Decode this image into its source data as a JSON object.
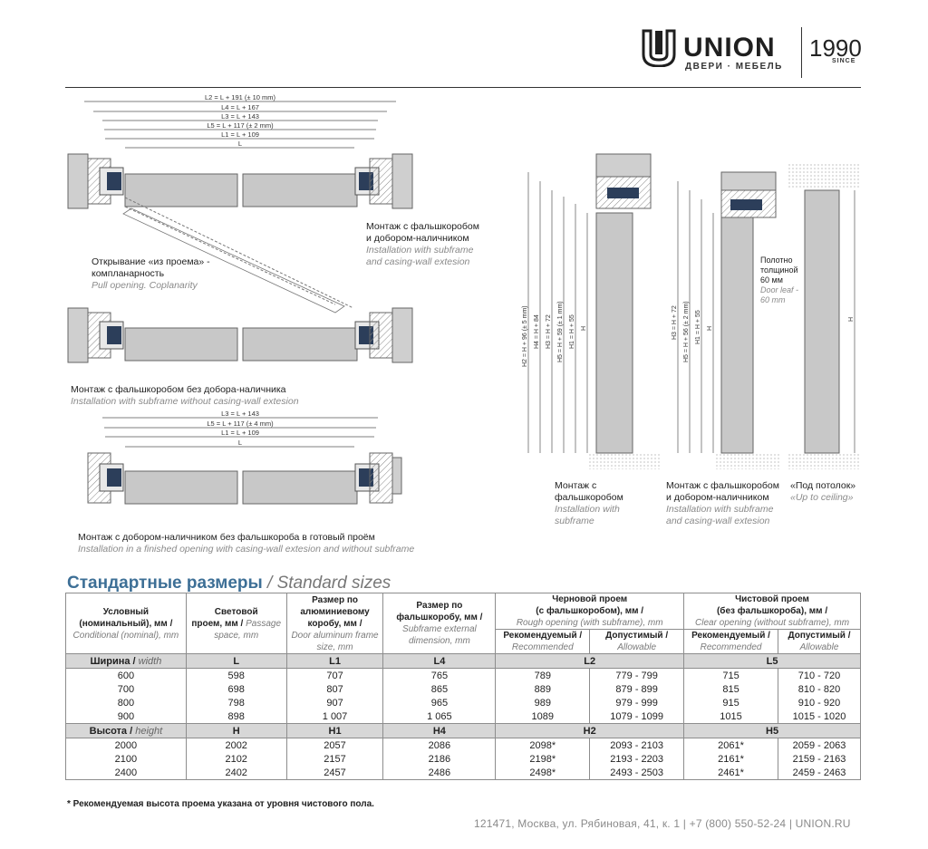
{
  "brand": {
    "name": "UNION",
    "tagline": "ДВЕРИ · МЕБЕЛЬ",
    "year": "1990",
    "since": "SINCE"
  },
  "diagrams": {
    "top_dims": [
      "L2 = L + 191 (± 10 mm)",
      "L4 = L + 167",
      "L3 = L + 143",
      "L5 = L + 117 (± 2 mm)",
      "L1 = L + 109",
      "L"
    ],
    "mid_dims": [
      "L3 = L + 143",
      "L5 = L + 117 (± 4 mm)",
      "L1 = L + 109",
      "L"
    ],
    "pull_opening": {
      "ru1": "Открывание «из проема» -",
      "ru2": "компланарность",
      "en": "Pull opening. Coplanarity"
    },
    "subframe_casing": {
      "ru1": "Монтаж с фальшкоробом",
      "ru2": "и добором-наличником",
      "en1": "Installation with subframe",
      "en2": "and casing-wall extesion"
    },
    "subframe_no_casing": {
      "ru": "Монтаж с фальшкоробом без добора-наличника",
      "en": "Installation with subframe without casing-wall extesion"
    },
    "casing_no_subframe": {
      "ru": "Монтаж с добором-наличником без фальшкороба в готовый проём",
      "en": "Installation in a finished opening with casing-wall extesion and without subframe"
    },
    "vertical_1_dims": [
      "H2 = H + 96 (± 5 mm)",
      "H4 = H + 84",
      "H3 = H + 72",
      "H5 = H + 59 (± 1 mm)",
      "H1 = H + 55",
      "H"
    ],
    "vertical_2_dims": [
      "H3 = H + 72",
      "H5 = H + 56 (± 2 mm)",
      "H1 = H + 55",
      "H"
    ],
    "vertical_3_dims": [
      "H"
    ],
    "leaf_note": {
      "ru1": "Полотно",
      "ru2": "толщиной",
      "ru3": "60 мм",
      "en1": "Door leaf -",
      "en2": "60 mm"
    },
    "v_cap1": {
      "ru1": "Монтаж с",
      "ru2": "фальшкоробом",
      "en1": "Installation with",
      "en2": "subframe"
    },
    "v_cap2": {
      "ru1": "Монтаж с фальшкоробом",
      "ru2": "и добором-наличником",
      "en1": "Installation with subframe",
      "en2": "and casing-wall extesion"
    },
    "v_cap3": {
      "ru": "«Под потолок»",
      "en": "«Up to ceiling»"
    }
  },
  "section": {
    "title_ru": "Стандартные размеры",
    "title_en": " / Standard sizes"
  },
  "table": {
    "h_nominal_ru1": "Условный",
    "h_nominal_ru2": "(номинальный), мм /",
    "h_nominal_en": "Conditional (nominal), mm",
    "h_light_ru1": "Световой",
    "h_light_ru2": "проем, мм /",
    "h_light_en1": "Passage",
    "h_light_en2": "space, mm",
    "h_frame_ru1": "Размер по",
    "h_frame_ru2": "алюминиевому",
    "h_frame_ru3": "коробу, мм /",
    "h_frame_en": "Door aluminum frame size, mm",
    "h_sub_ru1": "Размер по",
    "h_sub_ru2": "фальшкоробу, мм /",
    "h_sub_en": "Subframe external dimension, mm",
    "h_rough_ru1": "Черновой проем",
    "h_rough_ru2": "(с фальшкоробом), мм /",
    "h_rough_en": "Rough opening (with subframe), mm",
    "h_clear_ru1": "Чистовой проем",
    "h_clear_ru2": "(без фальшкороба), мм /",
    "h_clear_en": "Clear opening (without subframe), mm",
    "h_rec": "Рекомендуемый /",
    "h_rec_en": "Recommended",
    "h_allow": "Допустимый /",
    "h_allow_en": "Allowable",
    "h_rec2": "Рекомендуемый /",
    "h_rec2_en": "Recommended",
    "h_allow2": "Допустимый /",
    "h_allow2_en": "Allowable",
    "width_group": {
      "label": "Ширина /",
      "label_en": " width",
      "c1": "L",
      "c2": "L1",
      "c3": "L4",
      "c4": "L2",
      "c5": "L5"
    },
    "width_rows": [
      [
        "600",
        "598",
        "707",
        "765",
        "789",
        "779 - 799",
        "715",
        "710 - 720"
      ],
      [
        "700",
        "698",
        "807",
        "865",
        "889",
        "879 - 899",
        "815",
        "810 - 820"
      ],
      [
        "800",
        "798",
        "907",
        "965",
        "989",
        "979 - 999",
        "915",
        "910 - 920"
      ],
      [
        "900",
        "898",
        "1 007",
        "1 065",
        "1089",
        "1079 - 1099",
        "1015",
        "1015 - 1020"
      ]
    ],
    "height_group": {
      "label": "Высота /",
      "label_en": " height",
      "c1": "H",
      "c2": "H1",
      "c3": "H4",
      "c4": "H2",
      "c5": "H5"
    },
    "height_rows": [
      [
        "2000",
        "2002",
        "2057",
        "2086",
        "2098*",
        "2093 - 2103",
        "2061*",
        "2059 - 2063"
      ],
      [
        "2100",
        "2102",
        "2157",
        "2186",
        "2198*",
        "2193 - 2203",
        "2161*",
        "2159 - 2163"
      ],
      [
        "2400",
        "2402",
        "2457",
        "2486",
        "2498*",
        "2493 - 2503",
        "2461*",
        "2459 - 2463"
      ]
    ]
  },
  "note": "* Рекомендуемая высота проема указана от уровня чистового пола.",
  "footer": "121471, Москва, ул. Рябиновая, 41, к. 1 | +7 (800) 550-52-24 | UNION.RU"
}
